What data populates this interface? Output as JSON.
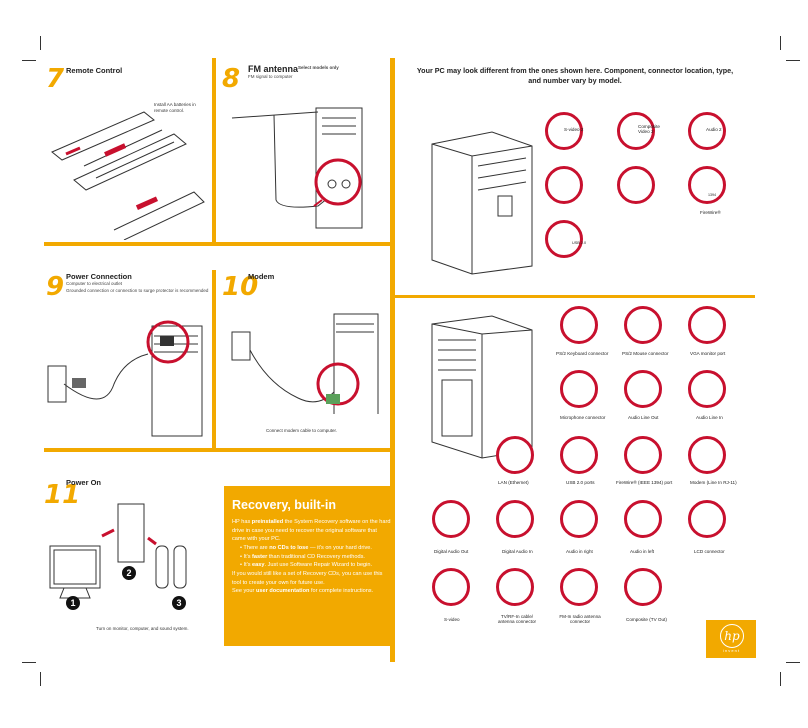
{
  "colors": {
    "accent": "#f2a900",
    "connector_ring": "#c8102e"
  },
  "header_note": "Your PC may look different from the ones shown here. Component, connector location, type, and number vary by model.",
  "steps": {
    "s7": {
      "num": "7",
      "title": "Remote Control",
      "note": "Install AA batteries in remote control."
    },
    "s8": {
      "num": "8",
      "title": "FM antenna",
      "title_note": "Select models only",
      "sub": "FM signal to computer"
    },
    "s9": {
      "num": "9",
      "title": "Power Connection",
      "sub1": "Computer to electrical outlet",
      "sub2": "Grounded connection or connection to surge protector is recommended"
    },
    "s10": {
      "num": "10",
      "title": "Modem",
      "caption": "Connect modem cable to computer."
    },
    "s11": {
      "num": "11",
      "title": "Power On",
      "caption": "Turn on monitor, computer, and sound system.",
      "b1": "1",
      "b2": "2",
      "b3": "3"
    }
  },
  "recovery": {
    "title": "Recovery, built-in",
    "p1_a": "HP has ",
    "p1_b": "preinstalled",
    "p1_c": " the System Recovery software on the hard drive in case you need to recover the original software that came with your PC.",
    "b1_a": "There are ",
    "b1_b": "no CDs to lose",
    "b1_c": " — it's on your hard drive.",
    "b2_a": "It's ",
    "b2_b": "faster",
    "b2_c": " than traditional CD Recovery methods.",
    "b3_a": "It's ",
    "b3_b": "easy",
    "b3_c": ". Just use Software Repair Wizard to begin.",
    "p2": "If you would still like a set of Recovery CDs, you can use this tool to create your own for future use.",
    "p3_a": "See your ",
    "p3_b": "user documentation",
    "p3_c": " for complete instructions."
  },
  "front_connectors": {
    "svideo2": "S-video 2",
    "composite2": "Composite Video 2",
    "audio2": "Audio 2",
    "firewire": "FireWire®",
    "usb": "USB 2.0",
    "firewire_inner": "1394"
  },
  "rear_connectors": {
    "ps2kb": "PS/2 Keyboard connector",
    "ps2mouse": "PS/2 Mouse connector",
    "vga": "VGA monitor port",
    "mic": "Microphone connector",
    "lineout": "Audio Line Out",
    "linein": "Audio Line In",
    "lan": "LAN (Ethernet)",
    "usb": "USB 2.0 ports",
    "firewire": "FireWire® (IEEE 1394) port",
    "modem": "Modem (Line In RJ-11)",
    "digout": "Digital Audio Out",
    "digin": "Digital Audio In",
    "audior": "Audio in right",
    "audiol": "Audio in left",
    "lcd": "LCD connector",
    "svideo": "S-video",
    "tvin": "TV/RF-In cable/ antenna connector",
    "fm": "FM-In radio antenna connector",
    "composite": "Composite (TV Out)"
  },
  "brand": {
    "logo": "hp",
    "tagline": "i n v e n t"
  }
}
